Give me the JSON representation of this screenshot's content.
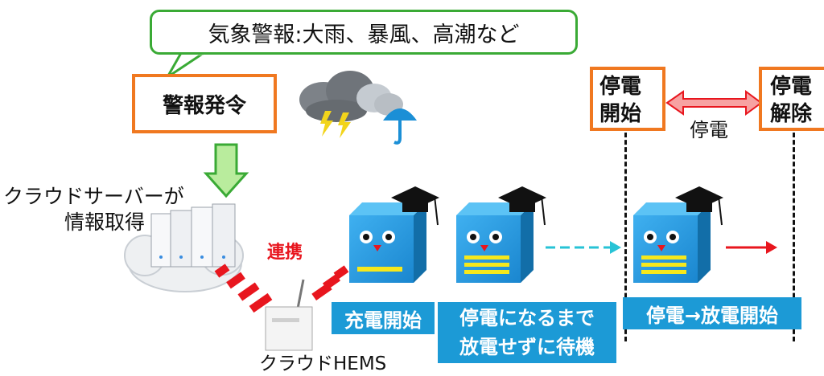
{
  "weather_bubble": "気象警報:大雨、暴風、高潮など",
  "alert_box": "警報発令",
  "outage_start": [
    "停電",
    "開始"
  ],
  "outage_end": [
    "停電",
    "解除"
  ],
  "outage_label": "停電",
  "cloud_server": [
    "クラウドサーバーが",
    "情報取得"
  ],
  "link_label": "連携",
  "hems_label": "クラウドHEMS",
  "phase_charge": "充電開始",
  "phase_wait": [
    "停電になるまで",
    "放電せずに待機"
  ],
  "phase_discharge": "停電→放電開始",
  "colors": {
    "accent_orange": "#f07820",
    "phase_blue": "#1c9ad6",
    "bubble_green": "#3aaa35",
    "link_red": "#e8161e"
  }
}
